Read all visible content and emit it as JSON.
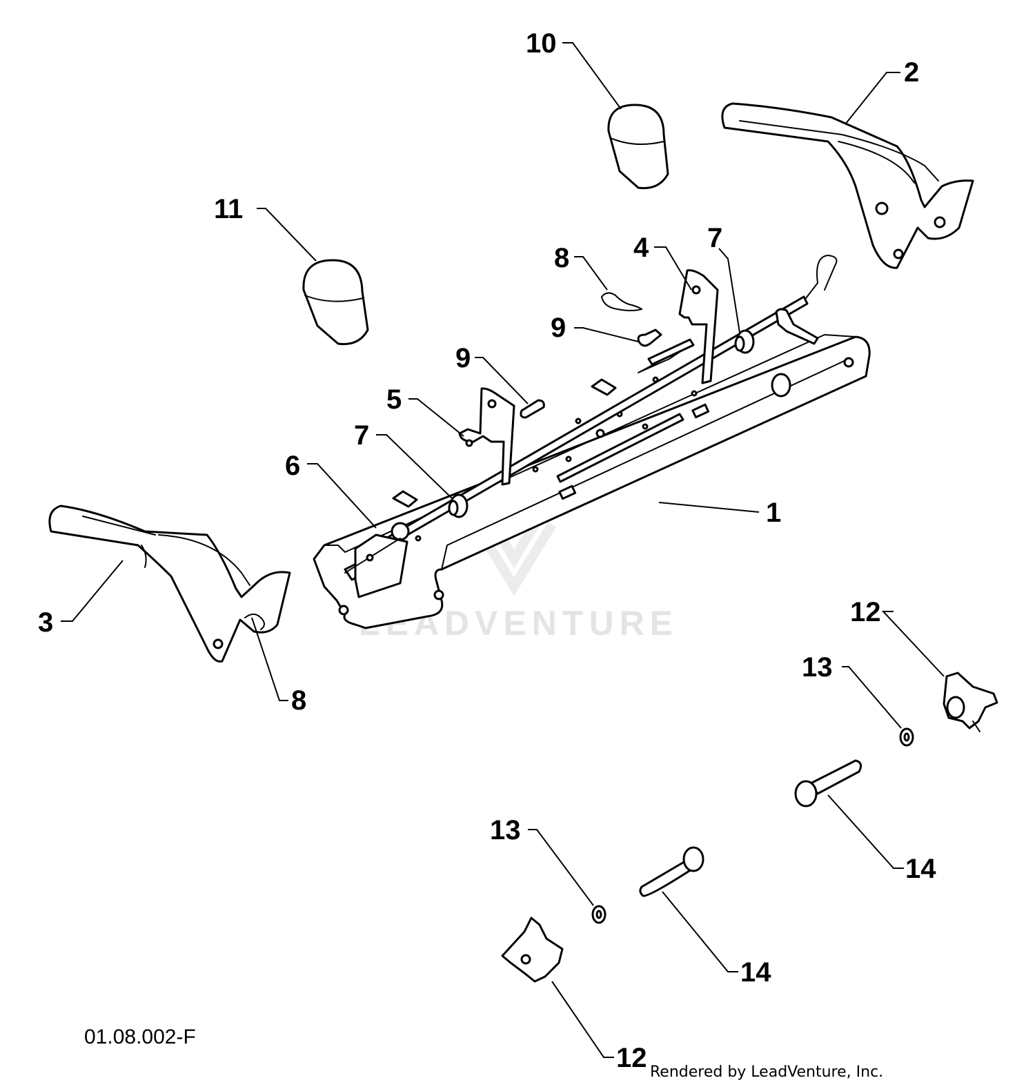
{
  "watermark": "LEADVENTURE",
  "drawing_number": "01.08.002-F",
  "credit": "Rendered by LeadVenture, Inc.",
  "callouts": [
    {
      "id": "c10",
      "label": "10"
    },
    {
      "id": "c2",
      "label": "2"
    },
    {
      "id": "c11",
      "label": "11"
    },
    {
      "id": "c8a",
      "label": "8"
    },
    {
      "id": "c4",
      "label": "4"
    },
    {
      "id": "c7a",
      "label": "7"
    },
    {
      "id": "c9a",
      "label": "9"
    },
    {
      "id": "c9b",
      "label": "9"
    },
    {
      "id": "c5",
      "label": "5"
    },
    {
      "id": "c7b",
      "label": "7"
    },
    {
      "id": "c6",
      "label": "6"
    },
    {
      "id": "c1",
      "label": "1"
    },
    {
      "id": "c3",
      "label": "3"
    },
    {
      "id": "c8b",
      "label": "8"
    },
    {
      "id": "c12a",
      "label": "12"
    },
    {
      "id": "c13a",
      "label": "13"
    },
    {
      "id": "c14a",
      "label": "14"
    },
    {
      "id": "c13b",
      "label": "13"
    },
    {
      "id": "c14b",
      "label": "14"
    },
    {
      "id": "c12b",
      "label": "12"
    }
  ]
}
